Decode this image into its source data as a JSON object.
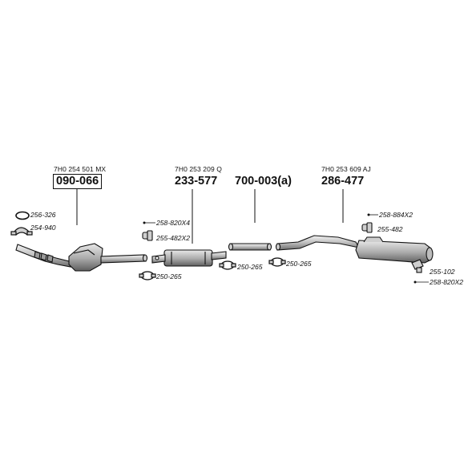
{
  "oem_numbers": {
    "catalyst": "7H0 254 501 MX",
    "front_silencer": "7H0 253 209 Q",
    "rear_silencer": "7H0 253 609 AJ"
  },
  "part_numbers": {
    "catalyst": "090-066",
    "front_silencer": "233-577",
    "middle_pipe": "700-003(a)",
    "rear_silencer": "286-477"
  },
  "fittings": {
    "gasket": "256-326",
    "clamp_front": "254-940",
    "bolt_set_front": "258-820X4",
    "hanger_front": "255-482X2",
    "clamp_1": "250-265",
    "clamp_2": "250-265",
    "clamp_3": "250-265",
    "bolt_set_rear": "258-884X2",
    "hanger_rear": "255-482",
    "bracket_rear": "255-102",
    "bolt_set_rear_2": "258-820X2"
  },
  "colors": {
    "ink": "#111111",
    "fill": "#d6d6d6",
    "shade": "#9a9a9a"
  }
}
